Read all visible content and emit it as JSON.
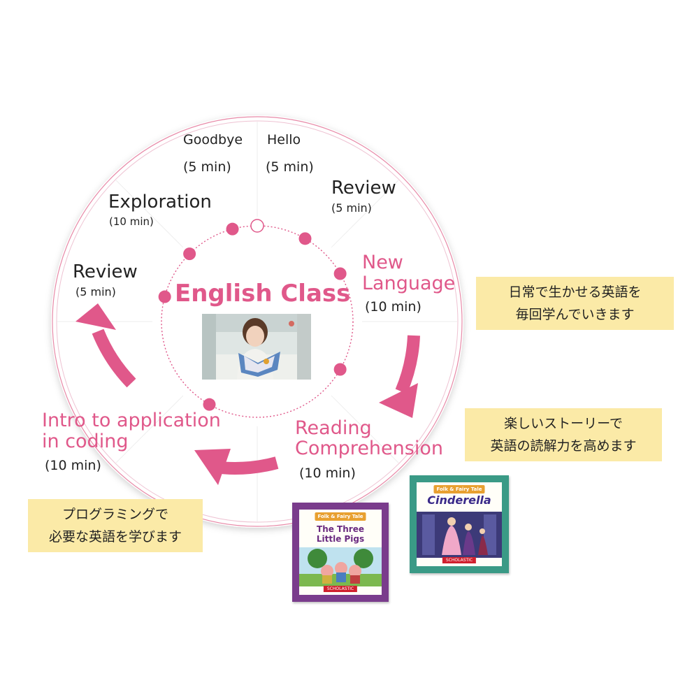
{
  "colors": {
    "accent": "#e0588a",
    "ring": "#e88aa8",
    "note_background": "#fbeaa7",
    "text_dark": "#222222"
  },
  "center": {
    "title": "English Class"
  },
  "segments": [
    {
      "id": "hello",
      "title": "Hello",
      "duration": "(5 min)"
    },
    {
      "id": "review-1",
      "title": "Review",
      "duration": "(5 min)"
    },
    {
      "id": "new-language",
      "title_lines": [
        "New",
        "Language"
      ],
      "duration": "(10 min)"
    },
    {
      "id": "reading-comprehension",
      "title_lines": [
        "Reading",
        "Comprehension"
      ],
      "duration": "(10 min)"
    },
    {
      "id": "coding",
      "title_lines": [
        "Intro to application",
        "in coding"
      ],
      "duration": "(10 min)"
    },
    {
      "id": "review-2",
      "title": "Review",
      "duration": "(5 min)"
    },
    {
      "id": "exploration",
      "title": "Exploration",
      "duration": "(10 min)"
    },
    {
      "id": "goodbye",
      "title": "Goodbye",
      "duration": "(5 min)"
    }
  ],
  "notes": [
    {
      "id": "new-language-note",
      "lines": [
        "日常で生かせる英語を",
        "毎回学んでいきます"
      ]
    },
    {
      "id": "reading-note",
      "lines": [
        "楽しいストーリーで",
        "英語の読解力を高めます"
      ]
    },
    {
      "id": "coding-note",
      "lines": [
        "プログラミングで",
        "必要な英語を学びます"
      ]
    }
  ],
  "books": [
    {
      "id": "three-little-pigs",
      "series": "Folk & Fairy Tale",
      "title_lines": [
        "The Three",
        "Little Pigs"
      ],
      "publisher": "SCHOLASTIC",
      "border_color": "#7a3c8c"
    },
    {
      "id": "cinderella",
      "series": "Folk & Fairy Tale",
      "title": "Cinderella",
      "publisher": "SCHOLASTIC",
      "border_color": "#3a9a86"
    }
  ]
}
